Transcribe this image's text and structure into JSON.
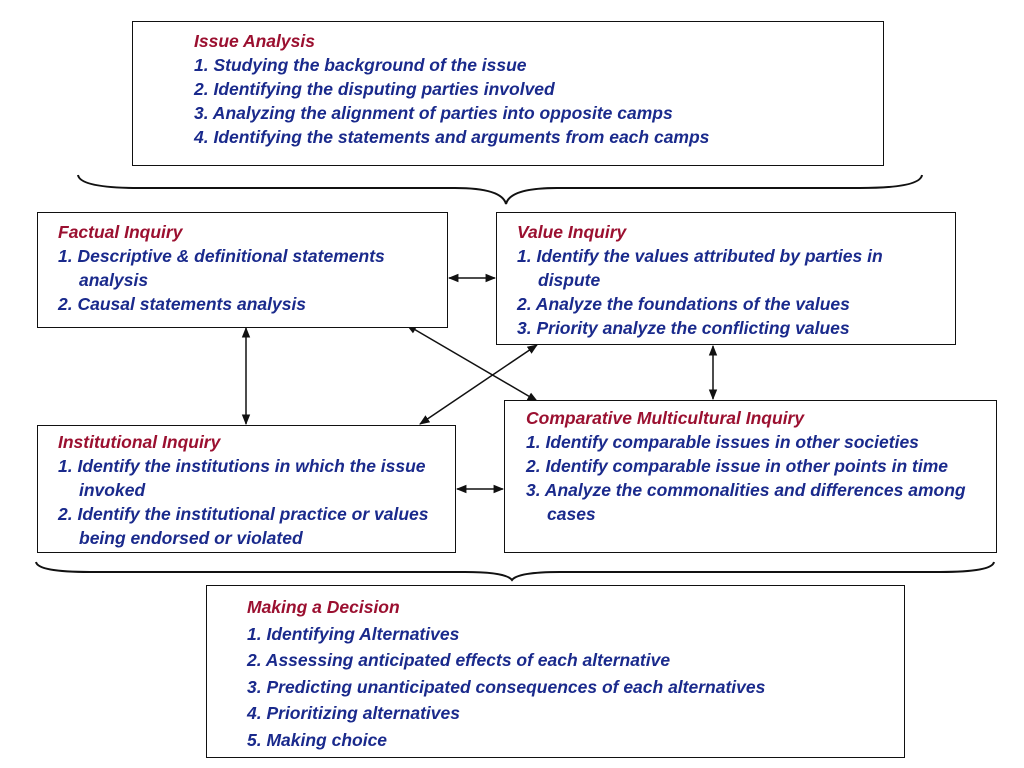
{
  "issue_analysis": {
    "title": "Issue Analysis",
    "items": [
      "1. Studying the background of the issue",
      "2. Identifying the disputing parties involved",
      "3. Analyzing the alignment of parties into opposite camps",
      "4. Identifying the statements and arguments from each camps"
    ]
  },
  "factual_inquiry": {
    "title": "Factual Inquiry",
    "items": [
      "1. Descriptive & definitional statements analysis",
      "2. Causal statements analysis"
    ]
  },
  "value_inquiry": {
    "title": "Value Inquiry",
    "items": [
      "1. Identify the values attributed by parties in dispute",
      "2. Analyze the foundations of the values",
      "3. Priority analyze the conflicting values"
    ]
  },
  "institutional_inquiry": {
    "title": "Institutional Inquiry",
    "items": [
      "1. Identify the institutions  in which the issue invoked",
      "2. Identify the institutional practice or values being endorsed or violated"
    ]
  },
  "comparative_inquiry": {
    "title": "Comparative Multicultural Inquiry",
    "items": [
      "1. Identify comparable issues in other societies",
      "2. Identify comparable issue in other points in time",
      "3. Analyze the commonalities and differences among cases"
    ]
  },
  "making_decision": {
    "title": "Making a Decision",
    "items": [
      "1. Identifying Alternatives",
      "2. Assessing anticipated effects of each alternative",
      "3. Predicting unanticipated consequences of each alternatives",
      "4. Prioritizing alternatives",
      "5. Making choice"
    ]
  },
  "colors": {
    "title": "#9b1030",
    "item": "#1a2a8c",
    "border": "#111111"
  }
}
